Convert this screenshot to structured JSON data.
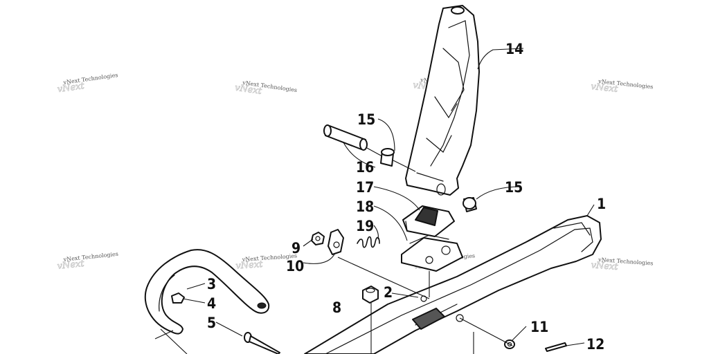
{
  "watermark": "vNext Technologies",
  "callouts": {
    "c1": "1",
    "c2": "2",
    "c3": "3",
    "c4": "4",
    "c5": "5",
    "c8": "8",
    "c9": "9",
    "c10": "10",
    "c11": "11",
    "c12": "12",
    "c14": "14",
    "c15a": "15",
    "c15b": "15",
    "c16": "16",
    "c17": "17",
    "c18": "18",
    "c19": "19"
  }
}
